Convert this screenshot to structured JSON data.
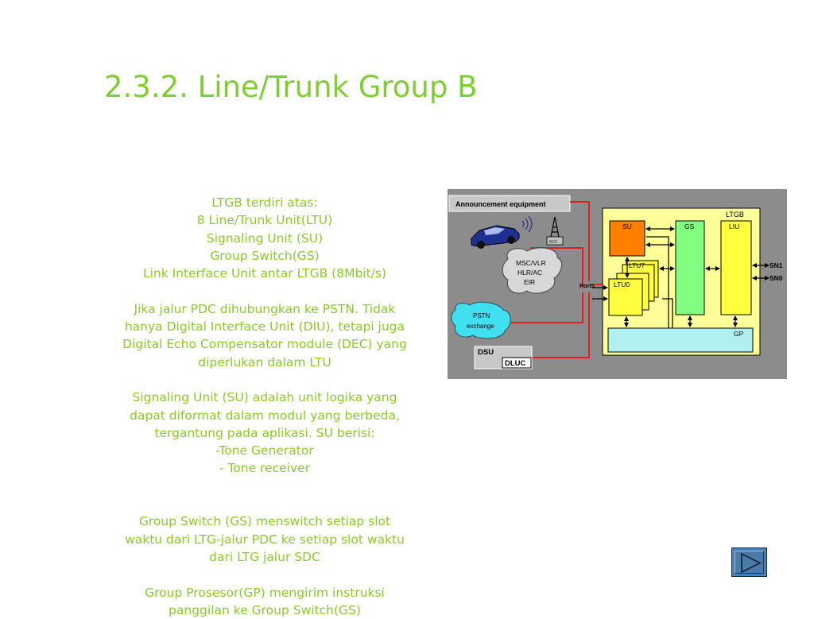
{
  "slide": {
    "title": "2.3.2. Line/Trunk Group B",
    "body_lines": [
      "LTGB terdiri atas:",
      "8 Line/Trunk Unit(LTU)",
      "Signaling Unit (SU)",
      "Group Switch(GS)",
      "Link Interface Unit antar LTGB (8Mbit/s)",
      "",
      "Jika jalur PDC dihubungkan ke PSTN. Tidak",
      "hanya Digital Interface Unit (DIU), tetapi juga",
      "Digital Echo Compensator module (DEC) yang",
      "diperlukan dalam LTU",
      "",
      "Signaling Unit (SU) adalah unit logika yang",
      "dapat diformat dalam modul yang berbeda,",
      "tergantung pada aplikasi. SU berisi:",
      "-Tone Generator",
      "- Tone receiver",
      "",
      "",
      "Group Switch (GS) menswitch setiap slot",
      "waktu dari  LTG-jalur PDC ke setiap slot waktu",
      "dari LTG jalur SDC",
      "",
      "Group Prosesor(GP) mengirim instruksi",
      "panggilan ke Group Switch(GS)"
    ]
  },
  "diagram": {
    "announcement": "Announcement equipment",
    "msc_lines": [
      "MSC/VLR",
      "HLR/AC",
      "EIR"
    ],
    "pstn_lines": [
      "PSTN",
      "exchange"
    ],
    "ports": "Ports",
    "dsu": "DSU",
    "dluc": "DLUC",
    "ltgb": "LTGB",
    "su": "SU",
    "gs": "GS",
    "liu": "LIU",
    "ltu7": "LTU7",
    "ltu0": "LTU0",
    "gp": "GP",
    "sn1": "SN1",
    "sn0": "SN0",
    "colors": {
      "background": "#8c8c8c",
      "ltgb_frame": "#ffff99",
      "su": "#ff8000",
      "gs": "#80ff80",
      "liu": "#ffff40",
      "ltu": "#ffff40",
      "gp": "#b0f0f0",
      "red_line": "#e02020",
      "car": "#203090"
    }
  },
  "navigation": {
    "next_icon": "play-triangle-icon"
  }
}
